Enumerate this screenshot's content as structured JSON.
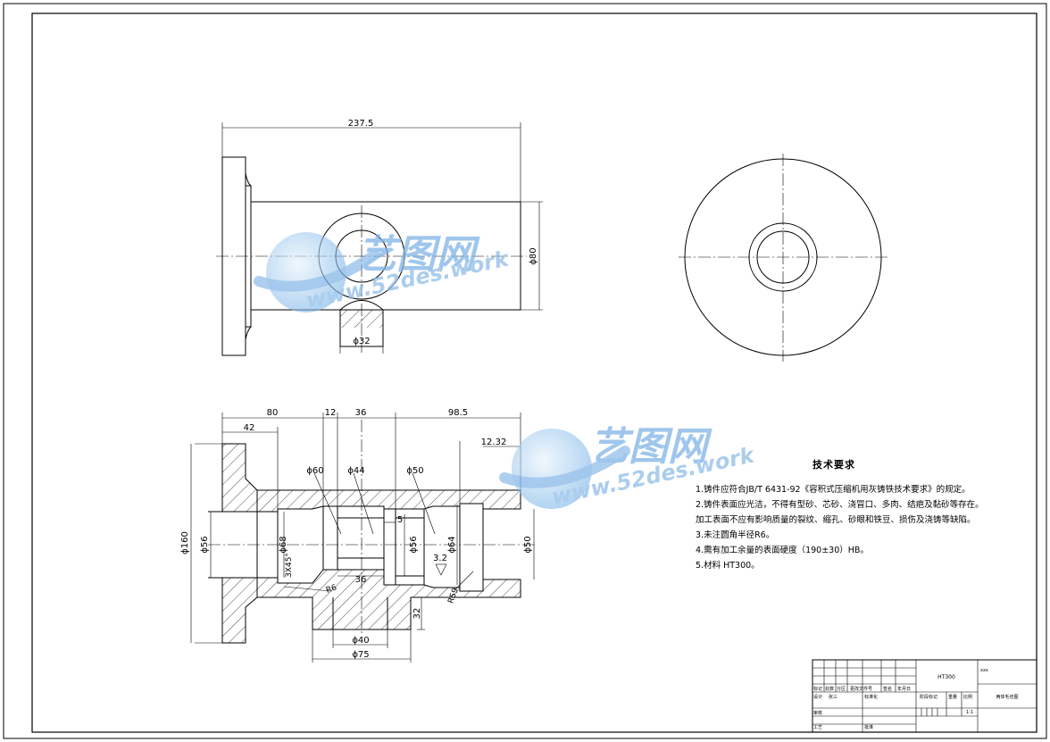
{
  "drawing": {
    "top_view": {
      "length_dim": "237.5",
      "height_dim": "ϕ80",
      "boss_dim": "ϕ32"
    },
    "section_view": {
      "dims_top": [
        "80",
        "12",
        "36",
        "98.5"
      ],
      "dim_42": "42",
      "dim_12_32": "12.32",
      "dia_160": "ϕ160",
      "dia_56_left": "ϕ56",
      "dia_68": "ϕ68",
      "dia_60": "ϕ60",
      "dia_44": "ϕ44",
      "dia_50_top": "ϕ50",
      "dim_5": "5",
      "dia_56_mid": "ϕ56",
      "dia_64": "ϕ64",
      "dia_50_right": "ϕ50",
      "chamfer": "3X45°",
      "dim_36_inner": "36",
      "roughness": "3.2",
      "r6": "R6",
      "r59": "R59",
      "dim_32_vert": "32",
      "dia_40": "ϕ40",
      "dia_75": "ϕ75"
    }
  },
  "watermark": {
    "brand": "艺图网",
    "url": "www.52des.work"
  },
  "tech_requirements": {
    "title": "技术要求",
    "items": [
      "1.铸件应符合JB/T 6431-92《容积式压缩机用灰铸铁技术要求》的规定。",
      "2.铸件表面应光洁，不得有型砂、芯砂、浇冒口、多肉、结疤及黏砂等存在。",
      "加工表面不应有影响质量的裂纹、缩孔、砂眼和铁豆、损伤及浇铸等缺陷。",
      "3.未注圆角半径R6。",
      "4.需有加工余量的表面硬度（190±30）HB。",
      "5.材料 HT300。"
    ]
  },
  "title_block": {
    "material": "HT300",
    "company": "xxx",
    "part_name": "两体毛坯图",
    "scale": "1:1",
    "labels": {
      "mark": "标记",
      "count": "处数",
      "zone": "分区",
      "change_doc": "更改文件号",
      "sign": "签名",
      "date": "年月日",
      "design": "设计",
      "designer": "张三",
      "standard": "标准化",
      "stage_mark": "阶段标记",
      "weight": "重量",
      "ratio": "比例",
      "review": "审核",
      "process": "工艺",
      "approve": "批准"
    }
  }
}
